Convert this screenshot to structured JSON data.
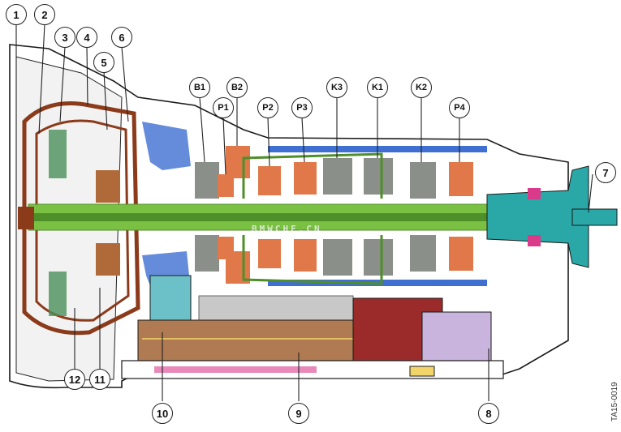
{
  "callouts": {
    "c1": "1",
    "c2": "2",
    "c3": "3",
    "c4": "4",
    "c5": "5",
    "c6": "6",
    "c7": "7",
    "c8": "8",
    "c9": "9",
    "c10": "10",
    "c11": "11",
    "c12": "12",
    "b1": "B1",
    "b2": "B2",
    "p1": "P1",
    "p2": "P2",
    "p3": "P3",
    "k3": "K3",
    "k1": "K1",
    "k2": "K2",
    "p4": "P4"
  },
  "image_code": "TA15-0019",
  "watermark": "BMWCHE.CN",
  "colors": {
    "housing": "#ffffff",
    "housing_edge": "#1a1a1a",
    "shaft": "#7ac043",
    "shaft_dark": "#4f8f2a",
    "torque_converter": "#8b3a1a",
    "planet": "#e0784a",
    "clutch_pack": "#8a8f8a",
    "valve_body": "#b07a52",
    "mechatronics": "#9b2a2a",
    "output": "#2aa7a7",
    "blue_frame": "#3f6fd1",
    "pump": "#6cc0c8",
    "pink_seal": "#d93a8a",
    "grey_plate": "#c8c8c8",
    "lavender": "#c8b4dc",
    "yellow": "#f1d56a"
  }
}
